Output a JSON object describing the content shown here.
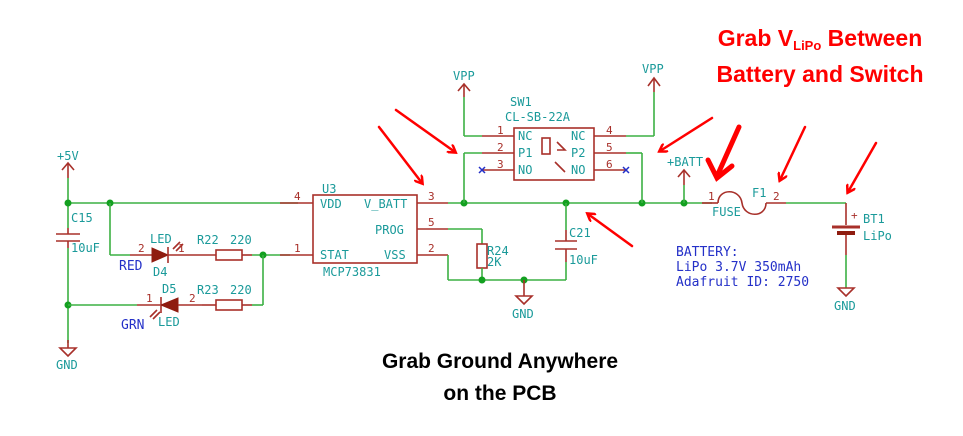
{
  "annotations": {
    "top_right": {
      "line1_prefix": "Grab V",
      "line1_sub": "LiPo",
      "line1_suffix": " Between",
      "line2": "Battery and Switch",
      "color": "#ff0000"
    },
    "bottom": {
      "line1": "Grab Ground Anywhere",
      "line2": "on the PCB",
      "color": "#000000"
    }
  },
  "power_symbols": {
    "v5": "+5V",
    "gnd_left": "GND",
    "gnd_mid": "GND",
    "gnd_right": "GND",
    "vpp_left": "VPP",
    "vpp_right": "VPP",
    "batt": "+BATT"
  },
  "components": {
    "c15": {
      "ref": "C15",
      "value": "10uF"
    },
    "d4": {
      "ref": "D4",
      "value": "LED",
      "color_label": "RED",
      "pin_a": "2",
      "pin_k": "1"
    },
    "d5": {
      "ref": "D5",
      "value": "LED",
      "color_label": "GRN",
      "pin_a": "2",
      "pin_k": "1"
    },
    "r22": {
      "ref": "R22",
      "value": "220"
    },
    "r23": {
      "ref": "R23",
      "value": "220"
    },
    "u3": {
      "ref": "U3",
      "part": "MCP73831",
      "pins": {
        "vdd": {
          "name": "VDD",
          "num": "4"
        },
        "stat": {
          "name": "STAT",
          "num": "1"
        },
        "vbatt": {
          "name": "V_BATT",
          "num": "3"
        },
        "prog": {
          "name": "PROG",
          "num": "5"
        },
        "vss": {
          "name": "VSS",
          "num": "2"
        }
      }
    },
    "r24": {
      "ref": "R24",
      "value": "2K"
    },
    "c21": {
      "ref": "C21",
      "value": "10uF"
    },
    "sw1": {
      "ref": "SW1",
      "part": "CL-SB-22A",
      "left_pins": [
        {
          "num": "1",
          "name": "NC"
        },
        {
          "num": "2",
          "name": "P1"
        },
        {
          "num": "3",
          "name": "NO"
        }
      ],
      "right_pins": [
        {
          "num": "4",
          "name": "NC"
        },
        {
          "num": "5",
          "name": "P2"
        },
        {
          "num": "6",
          "name": "NO"
        }
      ]
    },
    "f1": {
      "ref": "F1",
      "value": "FUSE",
      "pin1": "1",
      "pin2": "2"
    },
    "bt1": {
      "ref": "BT1",
      "value": "LiPo",
      "plus": "+"
    }
  },
  "battery_note": {
    "line1": "BATTERY:",
    "line2": "LiPo 3.7V 350mAh",
    "line3": "Adafruit ID: 2750"
  },
  "colors": {
    "wire": "#3cb043",
    "component": "#a8302a",
    "label": "#1a9a9a",
    "note": "#2430c8",
    "arrow": "#ff0000"
  }
}
